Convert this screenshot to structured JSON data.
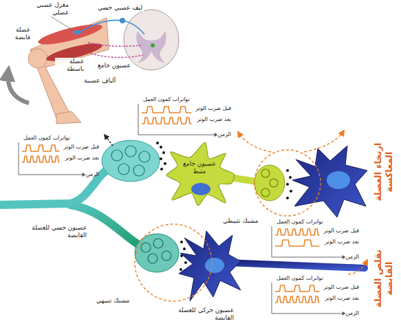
{
  "diagram": {
    "nodes": [
      {
        "text": [
          "تواترات كمون العمل",
          "قبل ضرب الوتر",
          "بعد ضرب الوتر",
          "الزمن"
        ]
      },
      {
        "text": [
          "تواترات كمون العمل",
          "قبل ضرب الوتر",
          "بعد ضرب الوتر",
          "الزمن"
        ]
      },
      {
        "text": [
          "عصبون جامع مثبط"
        ]
      },
      {
        "text": [
          "تواترات كمون العمل",
          "قبل ضرب الوتر",
          "بعد ضرب الوتر",
          "الزمن"
        ]
      },
      {
        "text": [
          "تواترات كمون العمل",
          "قبل ضرب الوتر",
          "بعد ضرب الوتر",
          "الزمن"
        ]
      }
    ],
    "labels": [
      "ليف عصبي حسي",
      "مغزل عصبي عضلي",
      "عضلة قابضة",
      "عضلة باسطة",
      "عصبون جامع",
      "ألياف عصبية",
      "ارتخاء العضلة المعاكسة",
      "مشبك تثبيطي",
      "عصبون حسي للعضلة القابضة",
      "تقلص العضلة القابضة",
      "مشبك تنبيهي",
      "عصبون حركي للعضلة القابضة"
    ]
  }
}
